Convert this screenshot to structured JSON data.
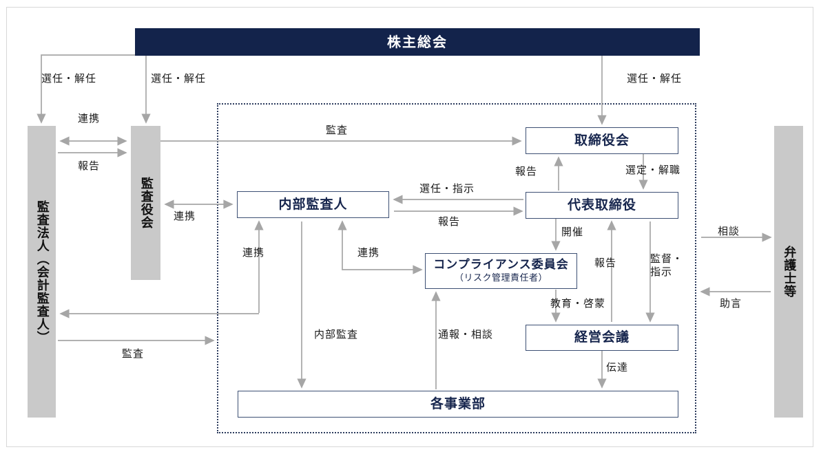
{
  "diagram": {
    "title_node": "株主総会",
    "nodes": {
      "shareholders_meeting": "株主総会",
      "accounting_auditor": "監査法人（会計監査人）",
      "auditors_board": "監査役会",
      "board_of_directors": "取締役会",
      "internal_auditor": "内部監査人",
      "representative_director": "代表取締役",
      "compliance_committee_main": "コンプライアンス委員会",
      "compliance_committee_sub": "（リスク管理責任者）",
      "management_meeting": "経営会議",
      "business_divisions": "各事業部",
      "lawyers": "弁護士等"
    },
    "edge_labels": {
      "appoint_dismiss_left": "選任・解任",
      "appoint_dismiss_mid": "選任・解任",
      "appoint_dismiss_right": "選任・解任",
      "cooperation_top": "連携",
      "report_top": "報告",
      "audit_board": "監査",
      "cooperation_auditors_internal": "連携",
      "select_instruct": "選任・指示",
      "report_internal_to_rep": "報告",
      "report_rep_to_board": "報告",
      "select_dismiss_office": "選定・解職",
      "hold_meeting": "開催",
      "cooperation_left_branch": "連携",
      "cooperation_right_branch": "連携",
      "report_mgmt_to_rep": "報告",
      "supervise_instruct": "監督・\n指示",
      "supervise_instruct_line1": "監督・",
      "supervise_instruct_line2": "指示",
      "education": "教育・啓蒙",
      "internal_audit": "内部監査",
      "whistleblow": "通報・相談",
      "convey": "伝達",
      "audit_firm": "監査",
      "consult": "相談",
      "advice": "助言"
    },
    "colors": {
      "dark_navy": "#13234b",
      "box_border": "#3c4f73",
      "gray_box": "#c9c9c9",
      "arrow": "#a6a6a6",
      "text_navy": "#16254d"
    }
  }
}
